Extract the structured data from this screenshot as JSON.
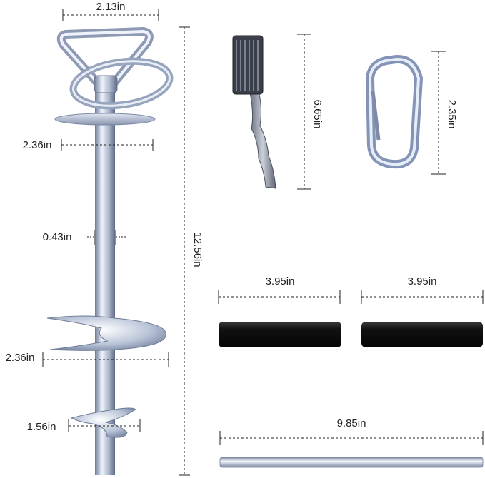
{
  "dimensions": {
    "handle_width": "2.13in",
    "upper_disc": "2.36in",
    "shaft_diameter": "0.43in",
    "total_length": "12.56in",
    "lower_helix": "2.36in",
    "small_helix": "1.56in",
    "brush_length": "6.65in",
    "carabiner_length": "2.35in",
    "tube_left": "3.95in",
    "tube_right": "3.95in",
    "rod_length": "9.85in"
  },
  "colors": {
    "steel_light": "#e9eef7",
    "steel_mid": "#a9b6cf",
    "steel_dark": "#5a6680",
    "tube": "#1a1a1a",
    "dim_line": "#222222"
  }
}
